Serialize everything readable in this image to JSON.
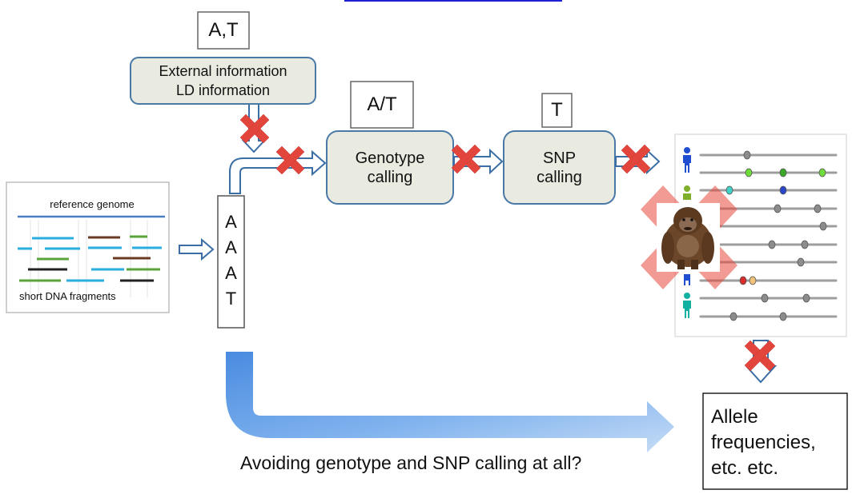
{
  "top_link_color": "#1f1fd6",
  "letter_boxes": {
    "external": "A,T",
    "genotype": "A/T",
    "snp": "T"
  },
  "external_info": {
    "line1": "External information",
    "line2": "LD information"
  },
  "genotype_calling": {
    "line1": "Genotype",
    "line2": "calling"
  },
  "snp_calling": {
    "line1": "SNP",
    "line2": "calling"
  },
  "reads_panel": {
    "reference_label": "reference genome",
    "fragments_label": "short DNA fragments"
  },
  "allele_column": [
    "A",
    "A",
    "A",
    "T"
  ],
  "allele_frequencies": {
    "line1": "Allele",
    "line2": "frequencies,",
    "line3": "etc. etc."
  },
  "caption": "Avoiding genotype and SNP calling at all?",
  "colors": {
    "box_fill": "#e9ebe1",
    "box_border": "#4a79a8",
    "cross": "#e2453c",
    "big_arrow_light": "#c6dcf6",
    "big_arrow_dark": "#4a8be0",
    "arrow_outline": "#3a6ea5"
  },
  "icons": {
    "cross": "red-x-cross-icon",
    "gorilla": "gorilla-image",
    "person": "person-icon"
  }
}
